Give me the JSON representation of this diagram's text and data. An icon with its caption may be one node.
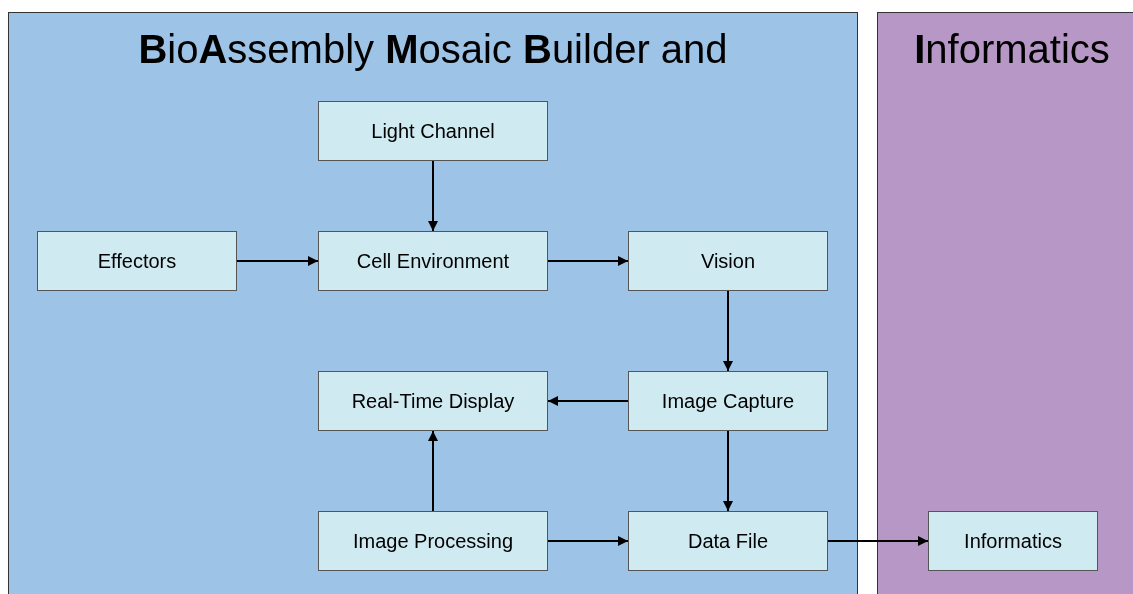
{
  "diagram": {
    "nodes": [
      {
        "text": [
          "**B**io**A**ssembly **M**osaic **B**uilder and"
        ]
      },
      {
        "text": [
          "**I**nformatics"
        ]
      },
      {
        "text": [
          "Light Channel"
        ],
        "in": 0
      },
      {
        "text": [
          "Effectors"
        ],
        "in": 0
      },
      {
        "text": [
          "Cell Environment"
        ],
        "in": 0
      },
      {
        "text": [
          "Vision"
        ],
        "in": 0
      },
      {
        "text": [
          "Real-Time Display"
        ],
        "in": 0
      },
      {
        "text": [
          "Image Capture"
        ],
        "in": 0
      },
      {
        "text": [
          "Image Processing"
        ],
        "in": 0
      },
      {
        "text": [
          "Data File"
        ],
        "in": 0
      },
      {
        "text": [
          "Informatics"
        ],
        "in": 1
      }
    ],
    "edges": [
      {
        "from": 2,
        "to": 4,
        "arrow": "to"
      },
      {
        "from": 3,
        "to": 4,
        "arrow": "to"
      },
      {
        "from": 4,
        "to": 5,
        "arrow": "to"
      },
      {
        "from": 5,
        "to": 7,
        "arrow": "to"
      },
      {
        "from": 7,
        "to": 6,
        "arrow": "to"
      },
      {
        "from": 7,
        "to": 9,
        "arrow": "to"
      },
      {
        "from": 8,
        "to": 6,
        "arrow": "to"
      },
      {
        "from": 8,
        "to": 9,
        "arrow": "to"
      },
      {
        "from": 9,
        "to": 10,
        "arrow": "to"
      }
    ]
  }
}
